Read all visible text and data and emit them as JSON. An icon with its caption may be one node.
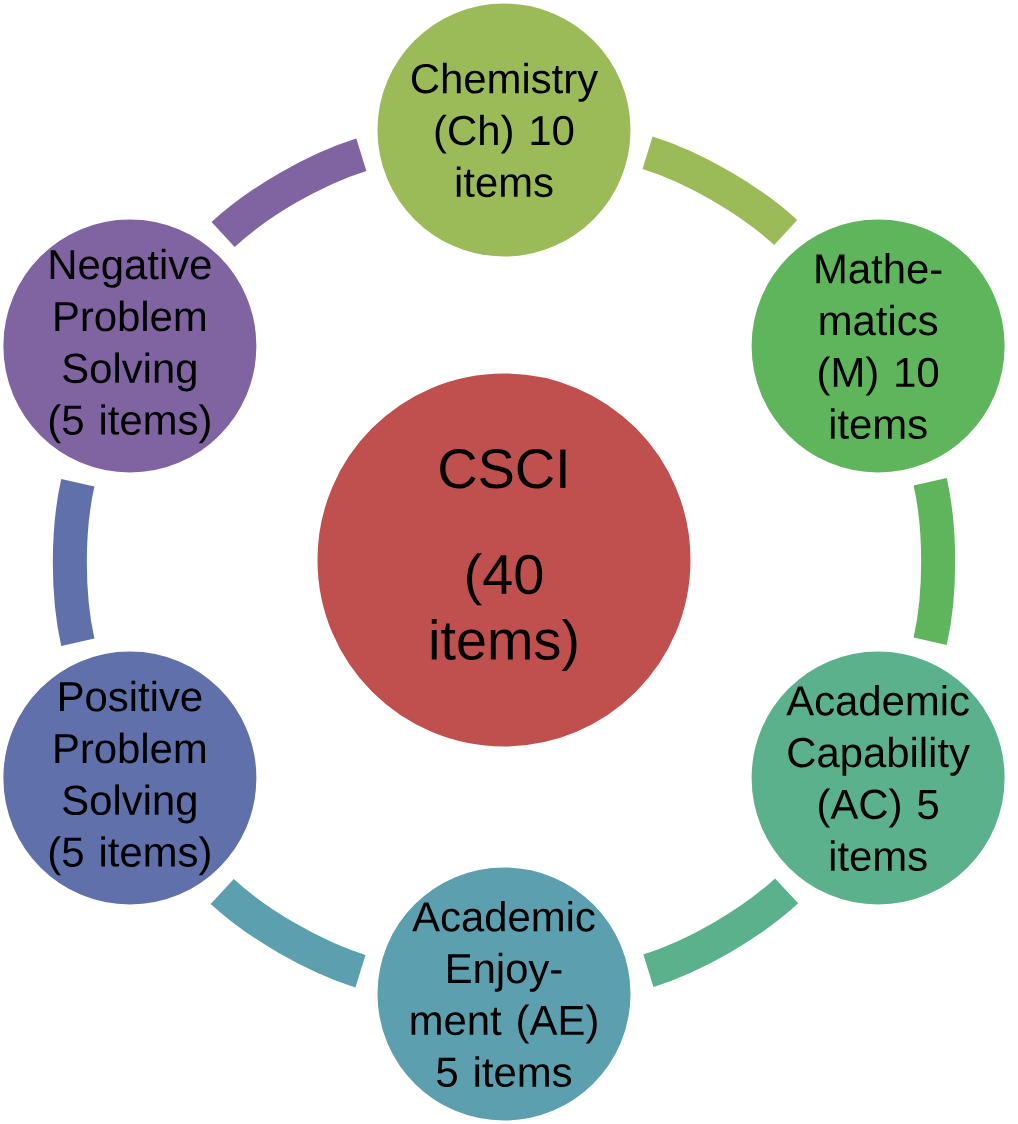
{
  "diagram": {
    "nodes": [
      {
        "text": [
          "Chemistry (Ch) 10 items"
        ]
      },
      {
        "text": [
          "Negative Problem Solving (5 items)"
        ]
      },
      {
        "text": [
          "Mathe- matics (M) 10 items"
        ]
      },
      {
        "text": [
          "CSCI",
          "(40 items)"
        ]
      },
      {
        "text": [
          "Positive Problem Solving (5 items)"
        ]
      },
      {
        "text": [
          "Academic Capability (AC) 5 items"
        ]
      },
      {
        "text": [
          "Academic Enjoy- ment (AE) 5 items"
        ]
      }
    ],
    "edges": [
      {
        "from": 0,
        "to": 2,
        "arrow": "none",
        "color": "#9bbb59"
      },
      {
        "from": 2,
        "to": 5,
        "arrow": "none",
        "color": "#5eb55b"
      },
      {
        "from": 5,
        "to": 6,
        "arrow": "none",
        "color": "#5bb18b"
      },
      {
        "from": 6,
        "to": 4,
        "arrow": "none",
        "color": "#5c9fae"
      },
      {
        "from": 4,
        "to": 1,
        "arrow": "none",
        "color": "#5f70aa"
      },
      {
        "from": 1,
        "to": 0,
        "arrow": "none",
        "color": "#8064a2"
      }
    ]
  }
}
